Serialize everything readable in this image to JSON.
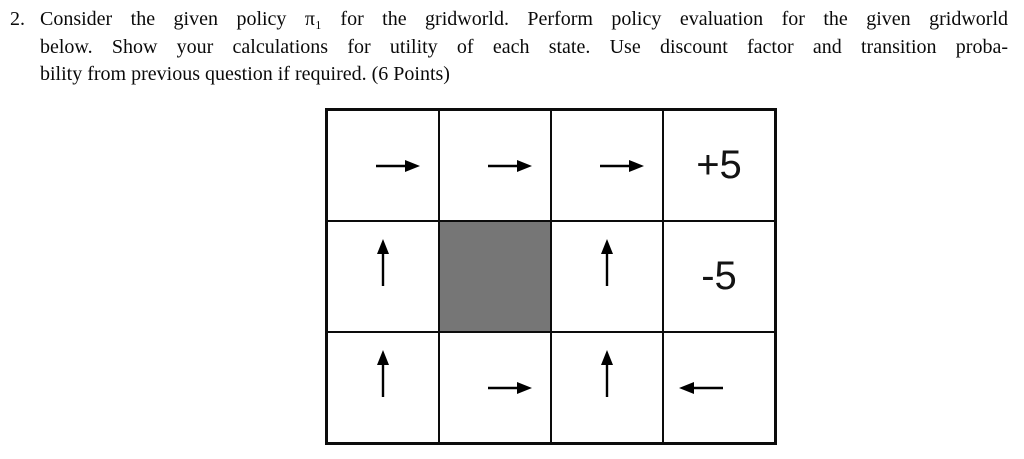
{
  "page": {
    "background_color": "#ffffff",
    "text_color": "#0a0a0a"
  },
  "question": {
    "number": "2.",
    "lines": [
      "Consider the given policy π₁ for the gridworld. Perform policy evaluation for the given gridworld",
      "below. Show your calculations for utility of each state. Use discount factor and transition proba-",
      "bility from previous question if required. (6 Points)"
    ],
    "points": "6 Points"
  },
  "grid": {
    "columns": 4,
    "rows_count": 3,
    "line_color": "#0c0c0c",
    "blocked_color": "#767676",
    "arrow_color": "#000000",
    "reward_positive": "+5",
    "reward_negative": "-5",
    "cells": [
      [
        {
          "type": "arrow",
          "dir": "right",
          "icon": "arrow-right-icon"
        },
        {
          "type": "arrow",
          "dir": "right",
          "icon": "arrow-right-icon"
        },
        {
          "type": "arrow",
          "dir": "right",
          "icon": "arrow-right-icon"
        },
        {
          "type": "reward",
          "label": "+5"
        }
      ],
      [
        {
          "type": "arrow",
          "dir": "up",
          "icon": "arrow-up-icon"
        },
        {
          "type": "blocked"
        },
        {
          "type": "arrow",
          "dir": "up",
          "icon": "arrow-up-icon"
        },
        {
          "type": "reward",
          "label": "-5"
        }
      ],
      [
        {
          "type": "arrow",
          "dir": "up",
          "icon": "arrow-up-icon"
        },
        {
          "type": "arrow",
          "dir": "right",
          "icon": "arrow-right-icon"
        },
        {
          "type": "arrow",
          "dir": "up",
          "icon": "arrow-up-icon"
        },
        {
          "type": "arrow",
          "dir": "left",
          "icon": "arrow-left-icon"
        }
      ]
    ]
  }
}
